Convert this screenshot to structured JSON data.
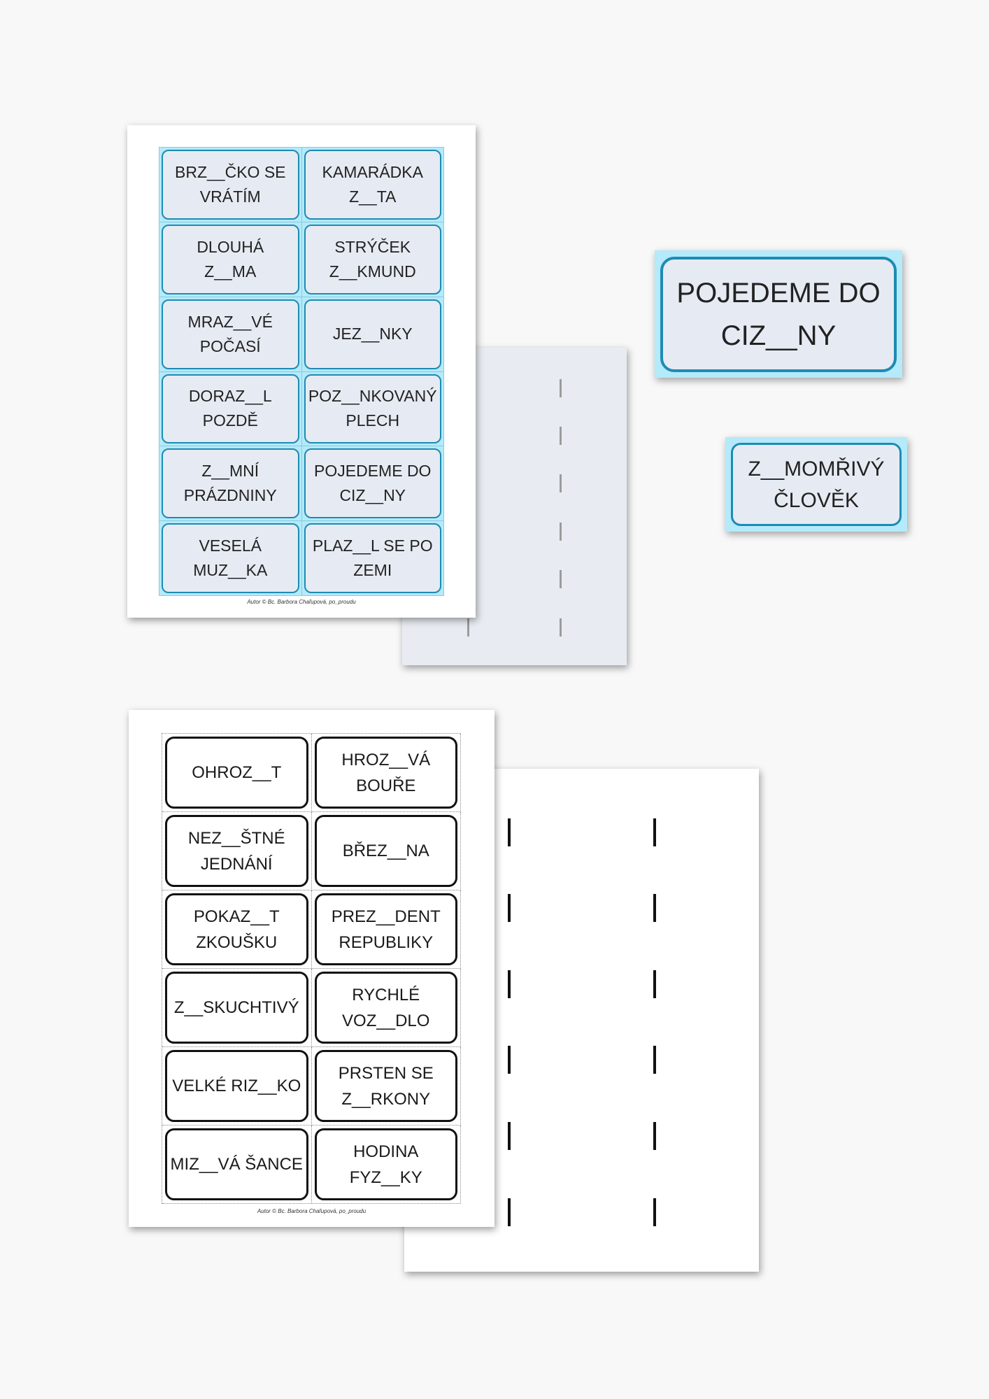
{
  "top_sheet": {
    "cards": [
      "BRZ__ČKO SE\nVRÁTÍM",
      "KAMARÁDKA\nZ__TA",
      "DLOUHÁ\nZ__MA",
      "STRÝČEK\nZ__KMUND",
      "MRAZ__VÉ\nPOČASÍ",
      "JEZ__NKY",
      "DORAZ__L\nPOZDĚ",
      "POZ__NKOVANÝ\nPLECH",
      "Z__MNÍ\nPRÁZDNINY",
      "POJEDEME DO\nCIZ__NY",
      "VESELÁ\nMUZ__KA",
      "PLAZ__L SE PO\nZEMI"
    ],
    "footer": "Autor © Bc. Barbora Chaľupová, po_proudu"
  },
  "large_card": {
    "text": "POJEDEME DO\nCIZ__NY"
  },
  "small_card": {
    "text": "Z__MOMŘIVÝ\nČLOVĚK"
  },
  "bottom_sheet": {
    "cards": [
      "OHROZ__T",
      "HROZ__VÁ\nBOUŘE",
      "NEZ__ŠTNÉ\nJEDNÁNÍ",
      "BŘEZ__NA",
      "POKAZ__T\nZKOUŠKU",
      "PREZ__DENT\nREPUBLIKY",
      "Z__SKUCHTIVÝ",
      "RYCHLÉ\nVOZ__DLO",
      "VELKÉ RIZ__KO",
      "PRSTEN SE\nZ__RKONY",
      "MIZ__VÁ ŠANCE",
      "HODINA\nFYZ__KY"
    ],
    "footer": "Autor © Bc. Barbora Chaľupová, po_proudu"
  },
  "colors": {
    "page_background": "#f8f8f8",
    "card_background_cyan": "#b4eafa",
    "card_fill": "#e6ebf3",
    "card_border_teal": "#1e8bb2",
    "cut_sheet_gray": "#e8ecf2",
    "cut_mark_black": "#111111",
    "cut_mark_gray": "#9c9c9c"
  }
}
